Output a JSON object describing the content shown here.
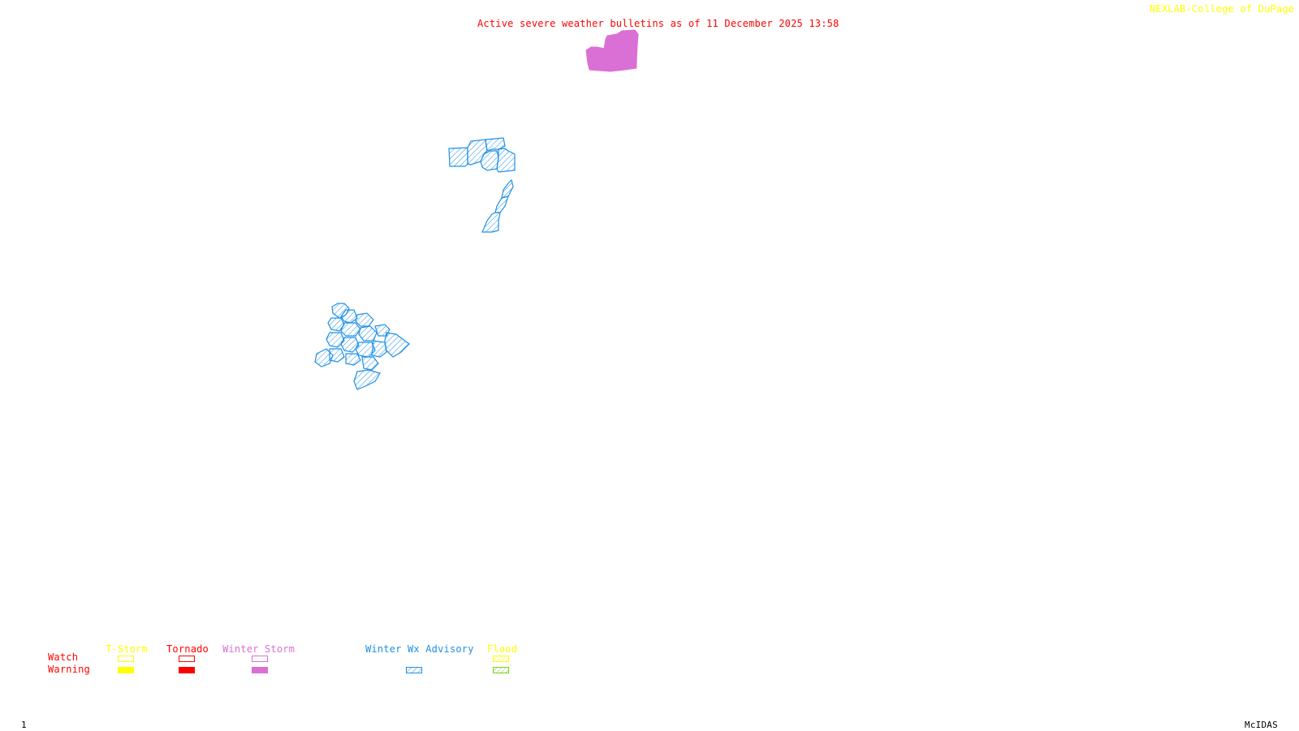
{
  "header": {
    "title": "Active severe weather bulletins as of 11 December 2025 13:58",
    "credit": "NEXLAB-College of DuPage",
    "credit_icon": "nexlab-logo-icon"
  },
  "colors": {
    "title": "#ff0000",
    "credit": "#ffff00",
    "tstorm": "#ffff00",
    "tornado": "#ff0000",
    "winter_storm": "#da70d6",
    "winter_wx_advisory": "#1e90e6",
    "flood_watch": "#ffff00",
    "flood_warning": "#7ccd1e",
    "footer": "#000000"
  },
  "legend": {
    "row_labels": {
      "watch": "Watch",
      "warning": "Warning"
    },
    "categories": [
      {
        "key": "tstorm",
        "label": "T-Storm",
        "watch": "outline",
        "warning": "solid"
      },
      {
        "key": "tornado",
        "label": "Tornado",
        "watch": "outline",
        "warning": "solid"
      },
      {
        "key": "winter_storm",
        "label": "Winter Storm",
        "watch": "outline",
        "warning": "solid"
      },
      {
        "key": "winter_wx_advisory",
        "label": "Winter Wx Advisory",
        "watch": "none",
        "warning": "hatched"
      },
      {
        "key": "flood",
        "label": "Flood",
        "watch": "hatched",
        "warning": "hatched"
      }
    ]
  },
  "map": {
    "active_areas": [
      {
        "type": "Winter Storm Warning",
        "region": "north-central"
      },
      {
        "type": "Winter Wx Advisory",
        "region": "upper-cluster"
      },
      {
        "type": "Winter Wx Advisory",
        "region": "diagonal-strip"
      },
      {
        "type": "Winter Wx Advisory",
        "region": "lower-cluster"
      }
    ]
  },
  "footer": {
    "frame_number": "1",
    "software": "McIDAS"
  }
}
